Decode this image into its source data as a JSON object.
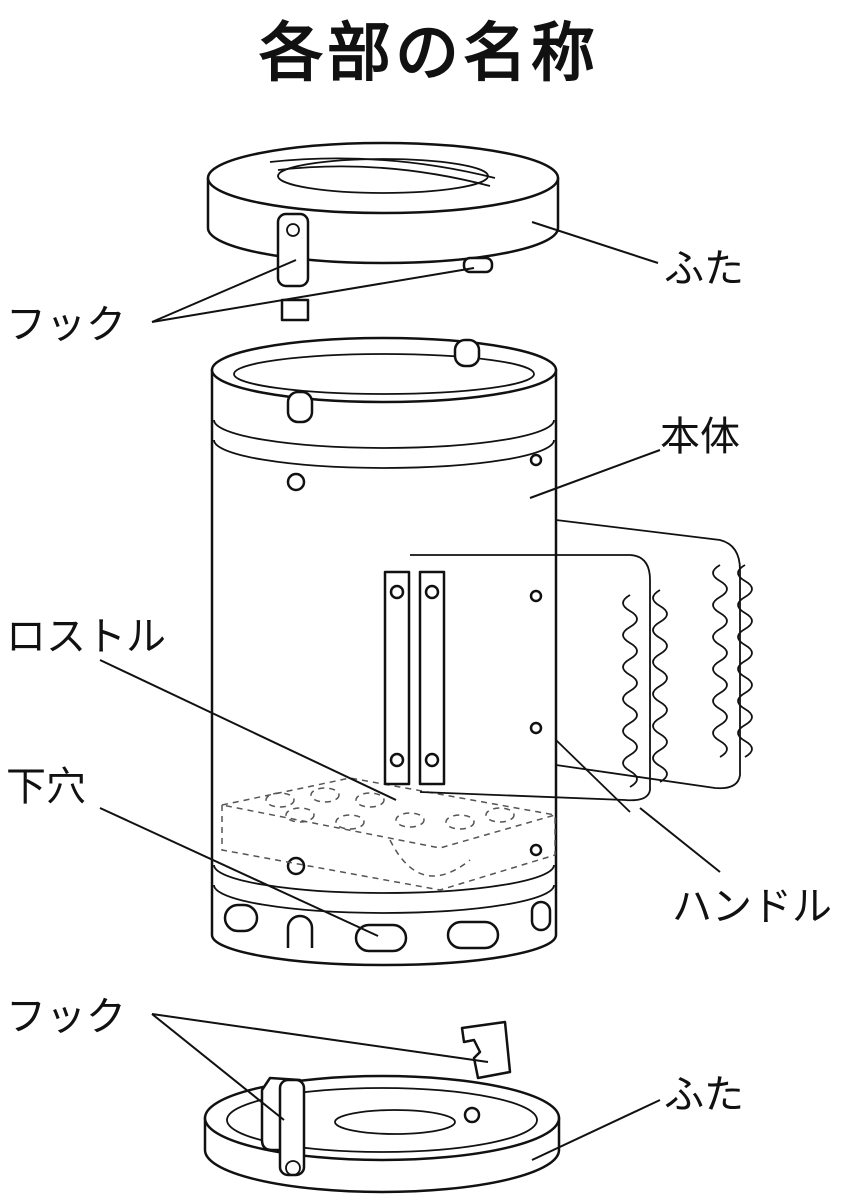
{
  "title": "各部の名称",
  "labels": {
    "lid_top": "ふた",
    "hook_top": "フック",
    "body": "本体",
    "grate": "ロストル",
    "lower_hole": "下穴",
    "handle": "ハンドル",
    "hook_bottom": "フック",
    "lid_bottom": "ふた"
  }
}
